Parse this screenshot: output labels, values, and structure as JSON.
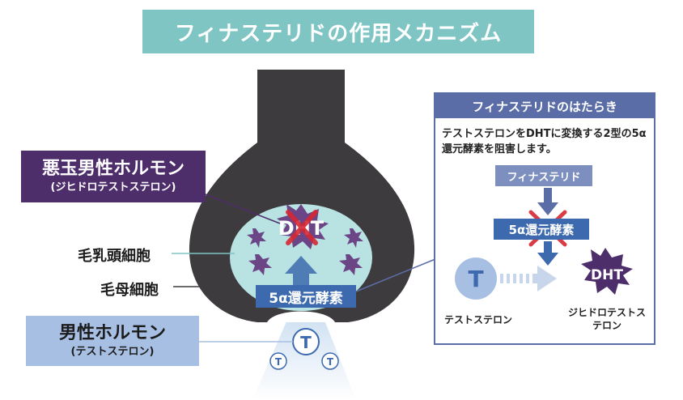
{
  "title": "フィナステリドの作用メカニズム",
  "labels": {
    "bad_hormone": "悪玉男性ホルモン",
    "bad_hormone_sub": "(ジヒドロテストステロン)",
    "papilla": "毛乳頭細胞",
    "matrix": "毛母細胞",
    "male_hormone": "男性ホルモン",
    "male_hormone_sub": "(テストステロン)"
  },
  "follicle": {
    "dht": "DHT",
    "enzyme": "5α還元酵素",
    "t_big": "T",
    "t_small": "T"
  },
  "panel": {
    "header": "フィナステリドのはたらき",
    "description": "テストステロンをDHTに変換する2型の5α還元酵素を阻害します。",
    "finasteride": "フィナステリド",
    "enzyme": "5α還元酵素",
    "t_symbol": "T",
    "t_caption": "テストステロン",
    "dht_symbol": "DHT",
    "dht_caption": "ジヒドロテストステロン"
  },
  "colors": {
    "title_bg": "#7ec5c4",
    "hair": "#3d3b3d",
    "bulb": "#b9e2e2",
    "dht_star": "#6c4587",
    "enzyme": "#3d6aae",
    "panel_border": "#5b6da6",
    "cross": "#d62833",
    "testosterone": "#a8bfe4"
  }
}
